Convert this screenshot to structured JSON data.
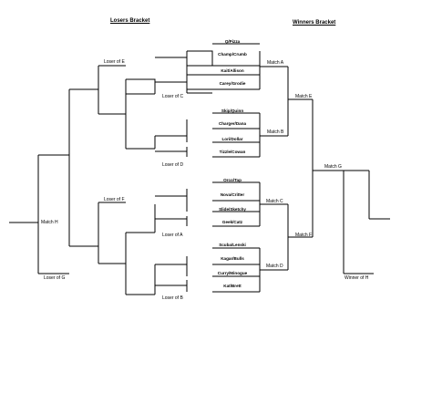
{
  "titles": {
    "losers": "Losers Bracket",
    "winners": "Winners Bracket"
  },
  "teams": [
    "Q/Pizza",
    "Champ/Crumb",
    "Kait/Allison",
    "Carey/Grodie",
    "Skip/Quinn",
    "Charger/Dana",
    "Lori/Dollar",
    "Tizzle/Cowan",
    "Orco/Tap",
    "Nova/Critter",
    "Slide/Sketchy",
    "Geek/Catz",
    "Scuba/Lenski",
    "Kagar/Bulls",
    "Curry/Minogue",
    "Kat/Brett"
  ],
  "winners_matches": {
    "a": "Match A",
    "b": "Match B",
    "c": "Match C",
    "d": "Match D",
    "e": "Match E",
    "f": "Match F",
    "g": "Match G"
  },
  "losers_labels": {
    "loser_e": "Loser of E",
    "loser_c": "Loser of C",
    "loser_d": "Loser of D",
    "loser_f": "Loser of F",
    "loser_a": "Loser of A",
    "loser_b": "Loser of B",
    "match_h": "Match H",
    "loser_g": "Loser of G",
    "winner_h": "Winner of H"
  }
}
